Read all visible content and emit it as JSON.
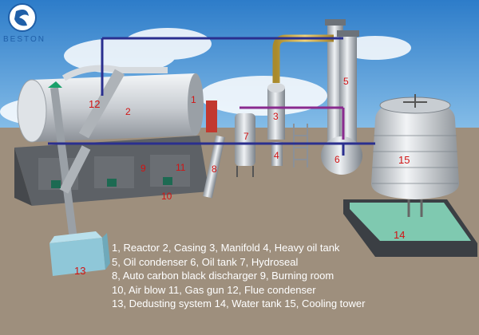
{
  "brand": {
    "name": "BESTON",
    "logo_icon": "beston-logo-icon"
  },
  "legend_lines": [
    "1, Reactor 2, Casing 3, Manifold 4, Heavy oil tank",
    "5, Oil condenser 6, Oil tank 7, Hydroseal",
    "8, Auto  carbon black discharger 9, Burning room",
    "10, Air blow 11, Gas gun 12, Flue condenser",
    "13, Dedusting system 14, Water tank 15, Cooling tower"
  ],
  "labels": {
    "n1": "1",
    "n2": "2",
    "n3": "3",
    "n4": "4",
    "n5": "5",
    "n6": "6",
    "n7": "7",
    "n8": "8",
    "n9": "9",
    "n10": "10",
    "n11": "11",
    "n12": "12",
    "n13": "13",
    "n14": "14",
    "n15": "15"
  },
  "colors": {
    "sky": "#4f9ad8",
    "ground": "#9e8f7d",
    "label_red": "#d11414",
    "pipe_blue": "#2a2f8f",
    "pipe_purple": "#8a2b8f",
    "water": "#7fc9b0"
  }
}
